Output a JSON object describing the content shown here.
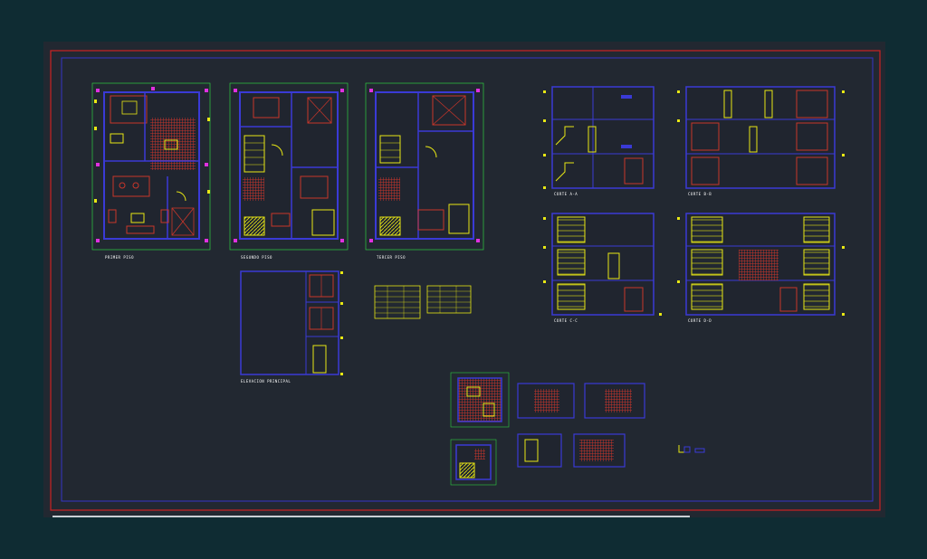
{
  "canvas": {
    "background": "#0f2c33",
    "model_space": "#222831"
  },
  "colors": {
    "frame_outer": "#cc2222",
    "frame_inner": "#3535c8",
    "wall": "#3a3ad6",
    "hatch": "#c9362a",
    "furniture": "#e8e814",
    "dims": "#2ecc40",
    "markers": "#e030e0",
    "text": "#ffffff"
  },
  "labels": {
    "plan1": "PRIMER PISO",
    "plan2": "SEGUNDO PISO",
    "plan3": "TERCER PISO",
    "elev_front": "ELEVACION PRINCIPAL",
    "cut_aa": "CORTE A-A",
    "cut_bb": "CORTE B-B",
    "cut_cc": "CORTE C-C",
    "cut_dd": "CORTE D-D"
  },
  "icons": [
    "cad-viewport",
    "north-arrow-icon"
  ]
}
